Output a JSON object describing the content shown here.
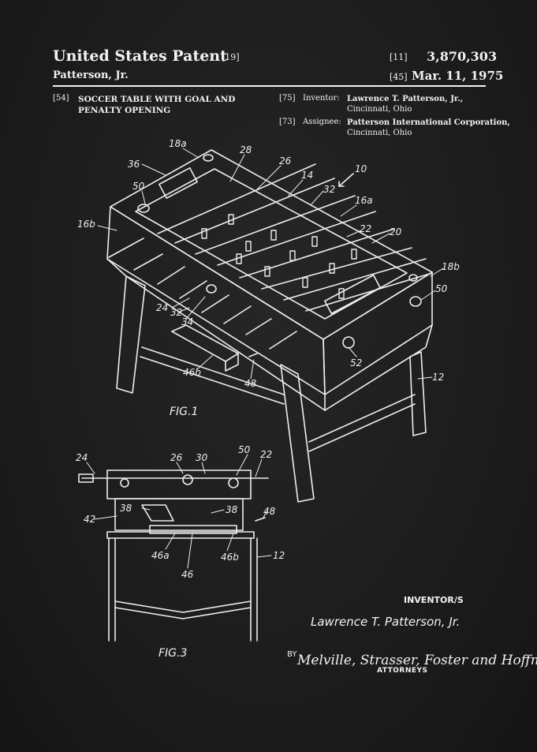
{
  "header": {
    "title": "United States Patent",
    "code_19": "[19]",
    "code_11": "[11]",
    "patent_number": "3,870,303",
    "inventor_short": "Patterson, Jr.",
    "code_45": "[45]",
    "date": "Mar. 11, 1975"
  },
  "fields": {
    "code_54": "[54]",
    "invention_title_line1": "SOCCER TABLE WITH GOAL AND",
    "invention_title_line2": "PENALTY OPENING",
    "code_75": "[75]",
    "inventor_label": "Inventor:",
    "inventor_name": "Lawrence T. Patterson, Jr.,",
    "inventor_city": "Cincinnati, Ohio",
    "code_73": "[73]",
    "assignee_label": "Assignee:",
    "assignee_name": "Patterson International Corporation,",
    "assignee_city": "Cincinnati, Ohio"
  },
  "figures": {
    "fig1_caption": "FIG.1",
    "fig3_caption": "FIG.3",
    "fig1_refs": [
      "18a",
      "28",
      "36",
      "26",
      "14",
      "10",
      "50",
      "32",
      "16a",
      "16b",
      "22",
      "20",
      "18b",
      "50",
      "24",
      "32",
      "34",
      "52",
      "46b",
      "48",
      "12"
    ],
    "fig3_refs": [
      "24",
      "26",
      "30",
      "50",
      "22",
      "38",
      "42",
      "38",
      "48",
      "46a",
      "46b",
      "12",
      "46"
    ]
  },
  "signature": {
    "inventors_label": "INVENTOR/S",
    "inventor_signature": "Lawrence  T. Patterson, Jr.",
    "by": "BY",
    "attorneys_signature": "Melville, Strasser, Foster and Hoffman",
    "attorneys_label": "ATTORNEYS"
  },
  "colors": {
    "background": "#1b1b1b",
    "ink": "#f2f2f2"
  }
}
